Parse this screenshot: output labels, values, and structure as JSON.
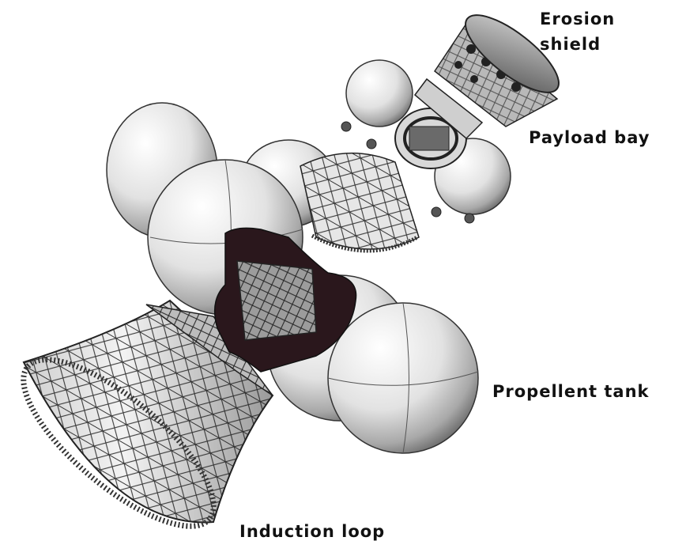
{
  "labels": {
    "erosion_shield_line1": "Erosion",
    "erosion_shield_line2": "shield",
    "payload_bay": "Payload bay",
    "propellent_tank": "Propellent tank",
    "induction_loop": "Induction loop"
  },
  "colors": {
    "background": "#ffffff",
    "ink": "#111111",
    "dark_interior": "#2a171c",
    "sphere_light": "#f4f4f4",
    "sphere_shade": "#8a8a8a"
  }
}
